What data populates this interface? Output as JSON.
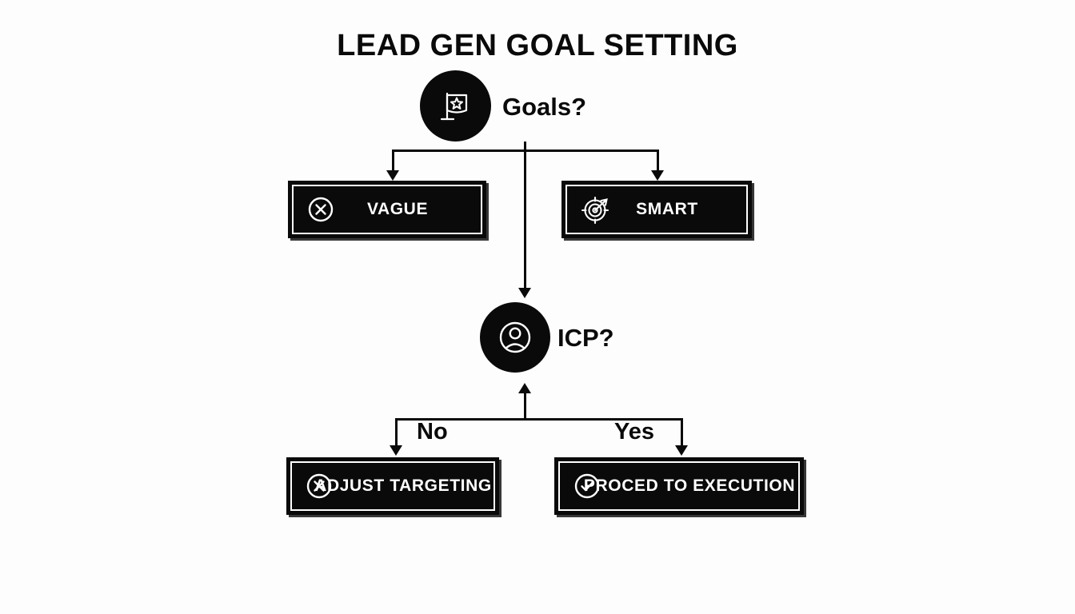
{
  "diagram": {
    "title": "LEAD GEN GOAL SETTING",
    "background_color": "#fdfdfd",
    "ink_color": "#0a0a0a",
    "nodes": {
      "goals": {
        "label": "Goals?",
        "icon": "flag-icon",
        "shape": "circle"
      },
      "icp": {
        "label": "ICP?",
        "icon": "user-circle-icon",
        "shape": "circle"
      }
    },
    "boxes": {
      "vague": {
        "label": "VAGUE",
        "icon": "x-circle-icon"
      },
      "smart": {
        "label": "SMART",
        "icon": "target-arrow-icon"
      },
      "adjust": {
        "label": "ADJUST TARGETING",
        "icon": "x-circle-icon"
      },
      "proceed": {
        "label": "PROCED TO EXECUTION",
        "icon": "check-circle-icon"
      }
    },
    "branch_labels": {
      "no": "No",
      "yes": "Yes"
    }
  }
}
